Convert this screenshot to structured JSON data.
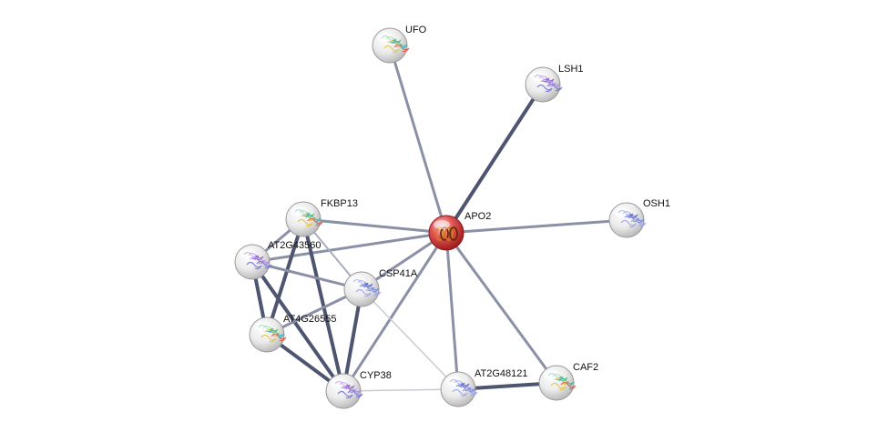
{
  "network": {
    "nodes": [
      {
        "id": "APO2",
        "label": "APO2",
        "query": true,
        "icon": "helix-structure-icon"
      },
      {
        "id": "UFO",
        "label": "UFO",
        "query": false,
        "icon": "protein-structure-icon"
      },
      {
        "id": "LSH1",
        "label": "LSH1",
        "query": false,
        "icon": "protein-structure-icon"
      },
      {
        "id": "OSH1",
        "label": "OSH1",
        "query": false,
        "icon": "protein-structure-icon"
      },
      {
        "id": "FKBP13",
        "label": "FKBP13",
        "query": false,
        "icon": "protein-structure-icon"
      },
      {
        "id": "AT2G43560",
        "label": "AT2G43560",
        "query": false,
        "icon": "protein-structure-icon"
      },
      {
        "id": "CSP41A",
        "label": "CSP41A",
        "query": false,
        "icon": "protein-structure-icon"
      },
      {
        "id": "AT4G26555",
        "label": "AT4G26555",
        "query": false,
        "icon": "protein-structure-icon"
      },
      {
        "id": "CYP38",
        "label": "CYP38",
        "query": false,
        "icon": "protein-structure-icon"
      },
      {
        "id": "AT2G48121",
        "label": "AT2G48121",
        "query": false,
        "icon": "protein-structure-icon"
      },
      {
        "id": "CAF2",
        "label": "CAF2",
        "query": false,
        "icon": "protein-structure-icon"
      }
    ],
    "edges": [
      {
        "a": "APO2",
        "b": "UFO",
        "strength": "medium"
      },
      {
        "a": "APO2",
        "b": "LSH1",
        "strength": "strong"
      },
      {
        "a": "APO2",
        "b": "OSH1",
        "strength": "medium"
      },
      {
        "a": "APO2",
        "b": "FKBP13",
        "strength": "medium"
      },
      {
        "a": "APO2",
        "b": "AT2G43560",
        "strength": "medium"
      },
      {
        "a": "APO2",
        "b": "CSP41A",
        "strength": "medium"
      },
      {
        "a": "APO2",
        "b": "CYP38",
        "strength": "medium"
      },
      {
        "a": "APO2",
        "b": "AT2G48121",
        "strength": "medium"
      },
      {
        "a": "APO2",
        "b": "CAF2",
        "strength": "medium"
      },
      {
        "a": "FKBP13",
        "b": "AT2G43560",
        "strength": "medium"
      },
      {
        "a": "FKBP13",
        "b": "CSP41A",
        "strength": "weak"
      },
      {
        "a": "FKBP13",
        "b": "AT4G26555",
        "strength": "strong"
      },
      {
        "a": "FKBP13",
        "b": "CYP38",
        "strength": "strong"
      },
      {
        "a": "AT2G43560",
        "b": "CSP41A",
        "strength": "medium"
      },
      {
        "a": "AT2G43560",
        "b": "AT4G26555",
        "strength": "strong"
      },
      {
        "a": "AT2G43560",
        "b": "CYP38",
        "strength": "strong"
      },
      {
        "a": "CSP41A",
        "b": "AT4G26555",
        "strength": "medium"
      },
      {
        "a": "CSP41A",
        "b": "CYP38",
        "strength": "strong"
      },
      {
        "a": "CSP41A",
        "b": "AT2G48121",
        "strength": "faint"
      },
      {
        "a": "AT4G26555",
        "b": "CYP38",
        "strength": "strong"
      },
      {
        "a": "CYP38",
        "b": "AT2G48121",
        "strength": "faint"
      },
      {
        "a": "AT2G48121",
        "b": "CAF2",
        "strength": "strong"
      }
    ],
    "colors": {
      "query_node": "#cc2b2b",
      "node": "#e8e8e8",
      "edge_strong": "#4e5570",
      "edge_medium": "#8a90a6",
      "edge_weak": "#a9adbd",
      "edge_faint": "#c9cbd3"
    }
  }
}
